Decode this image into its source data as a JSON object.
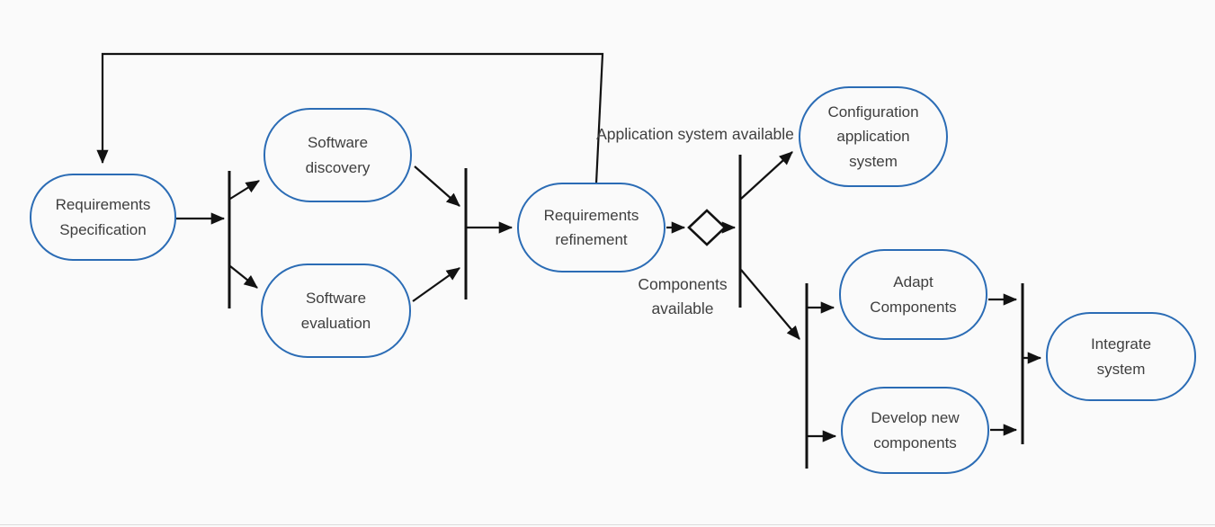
{
  "diagram": {
    "background_color": "#fafafa",
    "colors": {
      "node_border": "#2b6cb5",
      "connector": "#121212",
      "text": "#3f3f3f"
    },
    "nodes": [
      {
        "id": "requirements-specification",
        "label": "Requirements Specification"
      },
      {
        "id": "software-discovery",
        "label": "Software discovery"
      },
      {
        "id": "software-evaluation",
        "label": "Software evaluation"
      },
      {
        "id": "requirements-refinement",
        "label": "Requirements refinement"
      },
      {
        "id": "configuration-application-system",
        "label": "Configuration application system"
      },
      {
        "id": "adapt-components",
        "label": "Adapt Components"
      },
      {
        "id": "develop-new-components",
        "label": "Develop new components"
      },
      {
        "id": "integrate-system",
        "label": "Integrate system"
      }
    ],
    "edge_labels": [
      {
        "id": "application-system-available",
        "text": "Application system available"
      },
      {
        "id": "components-available",
        "text": "Components available"
      }
    ],
    "symbols": [
      {
        "id": "decision-diamond",
        "type": "diamond"
      },
      {
        "id": "fork-bar-1",
        "type": "fork-join-bar"
      },
      {
        "id": "join-bar-1",
        "type": "fork-join-bar"
      },
      {
        "id": "decision-bar",
        "type": "fork-join-bar"
      },
      {
        "id": "fork-bar-2",
        "type": "fork-join-bar"
      },
      {
        "id": "join-bar-2",
        "type": "fork-join-bar"
      }
    ]
  }
}
